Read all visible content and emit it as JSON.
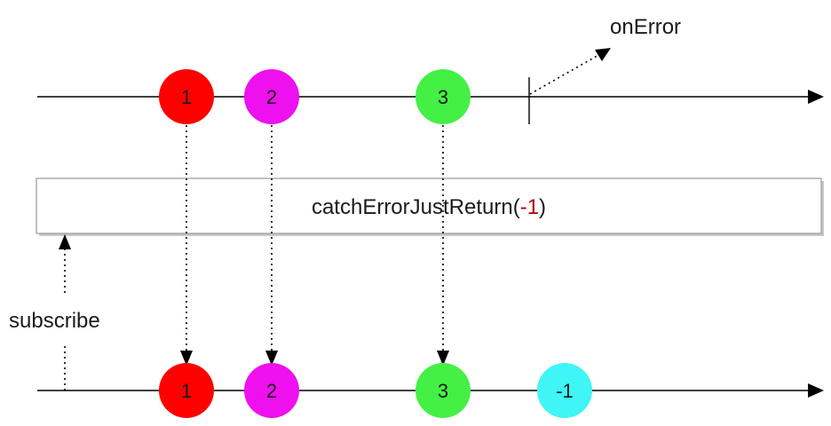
{
  "source_stream": {
    "marbles": [
      {
        "label": "1",
        "color": "#ff0000",
        "propagates": true
      },
      {
        "label": "2",
        "color": "#ee10ee",
        "propagates": true
      },
      {
        "label": "3",
        "color": "#44f044",
        "propagates": true
      }
    ],
    "error_label": "onError"
  },
  "operator": {
    "text_prefix": "catchErrorJustReturn(",
    "text_arg": "-1",
    "text_suffix": ")",
    "arg_color": "#b00000"
  },
  "subscribe_label": "subscribe",
  "result_stream": {
    "marbles": [
      {
        "label": "1",
        "color": "#ff0000"
      },
      {
        "label": "2",
        "color": "#ee10ee"
      },
      {
        "label": "3",
        "color": "#44f044"
      },
      {
        "label": "-1",
        "color": "#3ff5f5"
      }
    ]
  }
}
